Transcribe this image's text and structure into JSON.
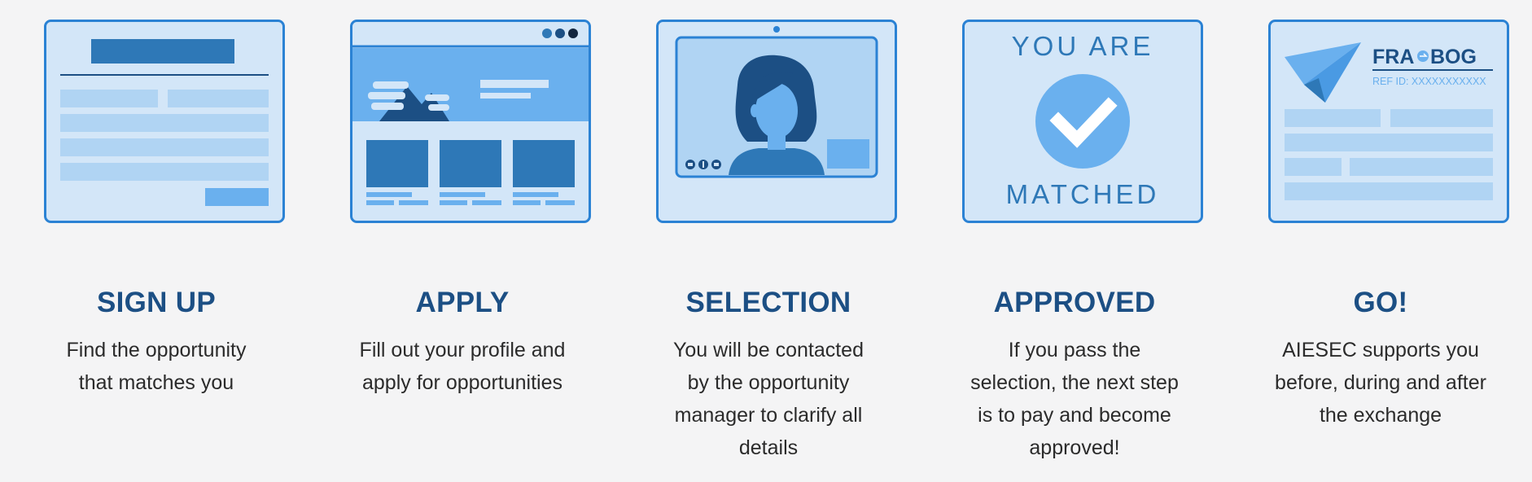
{
  "colors": {
    "background": "#f4f4f5",
    "card_fill": "#d3e6f8",
    "card_border": "#2b82d4",
    "dark_blue": "#1c4f84",
    "mid_blue": "#2e78b7",
    "light_blue": "#6ab0ee",
    "pale_blue": "#b0d4f3"
  },
  "steps": [
    {
      "icon": "signup-form-icon",
      "title": "SIGN UP",
      "description_lines": [
        "Find the opportunity",
        "that matches you"
      ]
    },
    {
      "icon": "browser-listing-icon",
      "title": "APPLY",
      "description_lines": [
        "Fill out your profile and",
        "apply for opportunities"
      ]
    },
    {
      "icon": "video-call-icon",
      "title": "SELECTION",
      "description_lines": [
        "You will be contacted",
        "by the opportunity",
        "manager to clarify all",
        "details"
      ]
    },
    {
      "icon": "matched-check-icon",
      "title": "APPROVED",
      "description_lines": [
        "If you pass the",
        "selection, the next step",
        "is to pay and become",
        "approved!"
      ],
      "card_top_text": "YOU ARE",
      "card_bottom_text": "MATCHED"
    },
    {
      "icon": "flight-ticket-icon",
      "title": "GO!",
      "description_lines": [
        "AIESEC supports you",
        "before, during and after",
        "the exchange"
      ],
      "route_from": "FRA",
      "route_to": "BOG",
      "ref_text": "REF ID: XXXXXXXXXXX"
    }
  ]
}
